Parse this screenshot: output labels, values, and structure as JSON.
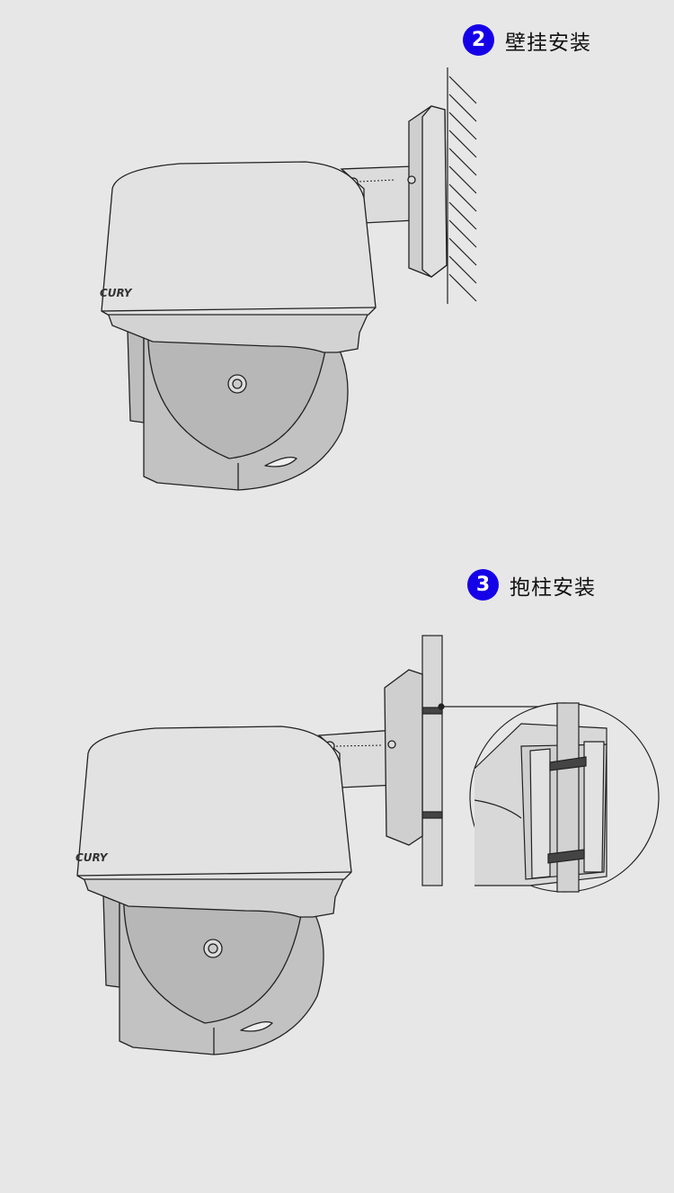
{
  "steps": [
    {
      "number": "2",
      "title": "壁挂安装"
    },
    {
      "number": "3",
      "title": "抱柱安装"
    }
  ],
  "brand_logo": "CURY",
  "colors": {
    "badge": "#1500e8",
    "background": "#e7e7e7"
  }
}
